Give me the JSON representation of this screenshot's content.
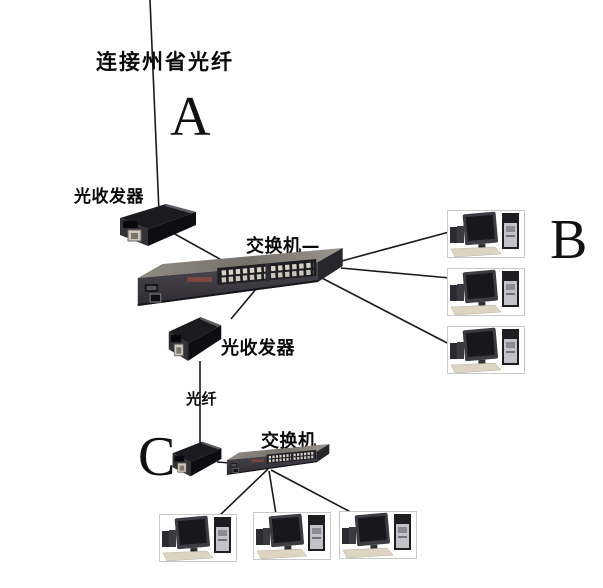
{
  "diagram": {
    "background_color": "#ffffff",
    "line_color": "#1a1a1a",
    "labels": {
      "incoming_fiber": "连接州省光纤",
      "section_a": "A",
      "section_b": "B",
      "section_c": "C",
      "transceiver_top": "光收发器",
      "transceiver_mid": "光收发器",
      "switch_top": "交换机—",
      "switch_bottom": "交换机",
      "fiber_link": "光纤"
    },
    "devices": {
      "optical_transceivers": 3,
      "switches": 2,
      "workstations_group_b": 3,
      "workstations_group_c": 3
    }
  }
}
